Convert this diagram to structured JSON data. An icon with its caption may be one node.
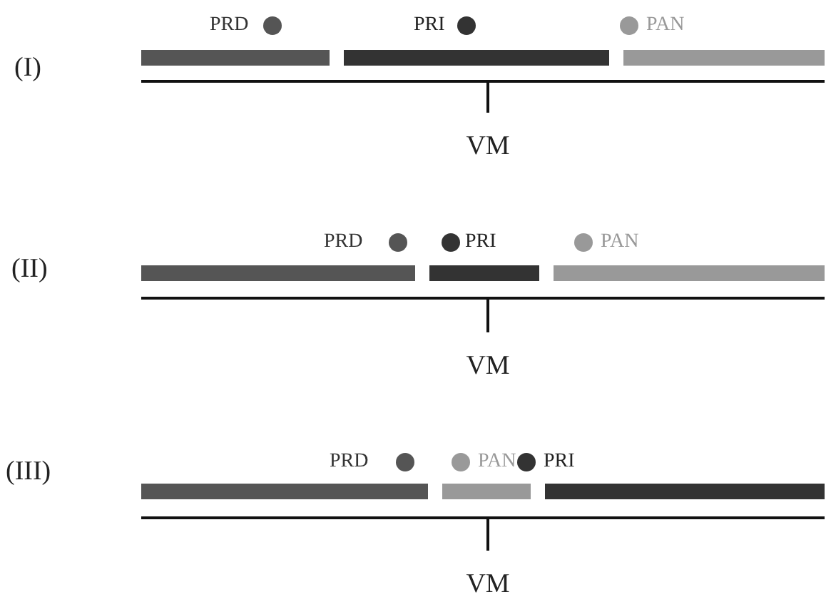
{
  "diagram": {
    "labels": [
      "(I)",
      "PRD",
      "PRI",
      "PAN",
      "VM",
      "(II)",
      "PRD",
      "PRI",
      "PAN",
      "VM",
      "(III)",
      "PRD",
      "PAN",
      "PRI",
      "VM"
    ]
  }
}
